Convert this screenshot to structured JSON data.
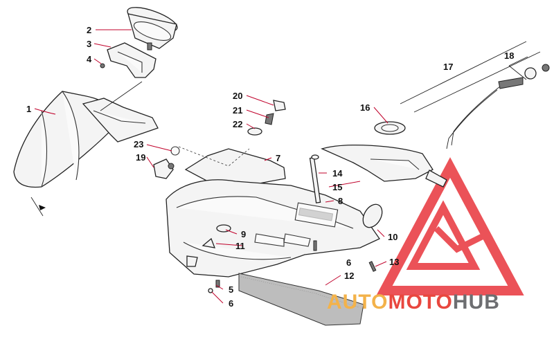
{
  "watermark": {
    "text_parts": [
      "AUTO",
      "MOTO",
      "HUB"
    ],
    "colors": [
      "#f3b24a",
      "#e9473f",
      "#6d6e71"
    ],
    "logo_color": "#e8353b"
  },
  "callouts": [
    {
      "id": "c1",
      "label": "1"
    },
    {
      "id": "c2",
      "label": "2"
    },
    {
      "id": "c3",
      "label": "3"
    },
    {
      "id": "c4",
      "label": "4"
    },
    {
      "id": "c5",
      "label": "5"
    },
    {
      "id": "c6a",
      "label": "6"
    },
    {
      "id": "c6b",
      "label": "6"
    },
    {
      "id": "c7",
      "label": "7"
    },
    {
      "id": "c8",
      "label": "8"
    },
    {
      "id": "c9",
      "label": "9"
    },
    {
      "id": "c10",
      "label": "10"
    },
    {
      "id": "c11",
      "label": "11"
    },
    {
      "id": "c12",
      "label": "12"
    },
    {
      "id": "c13",
      "label": "13"
    },
    {
      "id": "c14",
      "label": "14"
    },
    {
      "id": "c15",
      "label": "15"
    },
    {
      "id": "c16",
      "label": "16"
    },
    {
      "id": "c17",
      "label": "17"
    },
    {
      "id": "c18",
      "label": "18"
    },
    {
      "id": "c19",
      "label": "19"
    },
    {
      "id": "c20",
      "label": "20"
    },
    {
      "id": "c21",
      "label": "21"
    },
    {
      "id": "c22",
      "label": "22"
    },
    {
      "id": "c23",
      "label": "23"
    }
  ]
}
